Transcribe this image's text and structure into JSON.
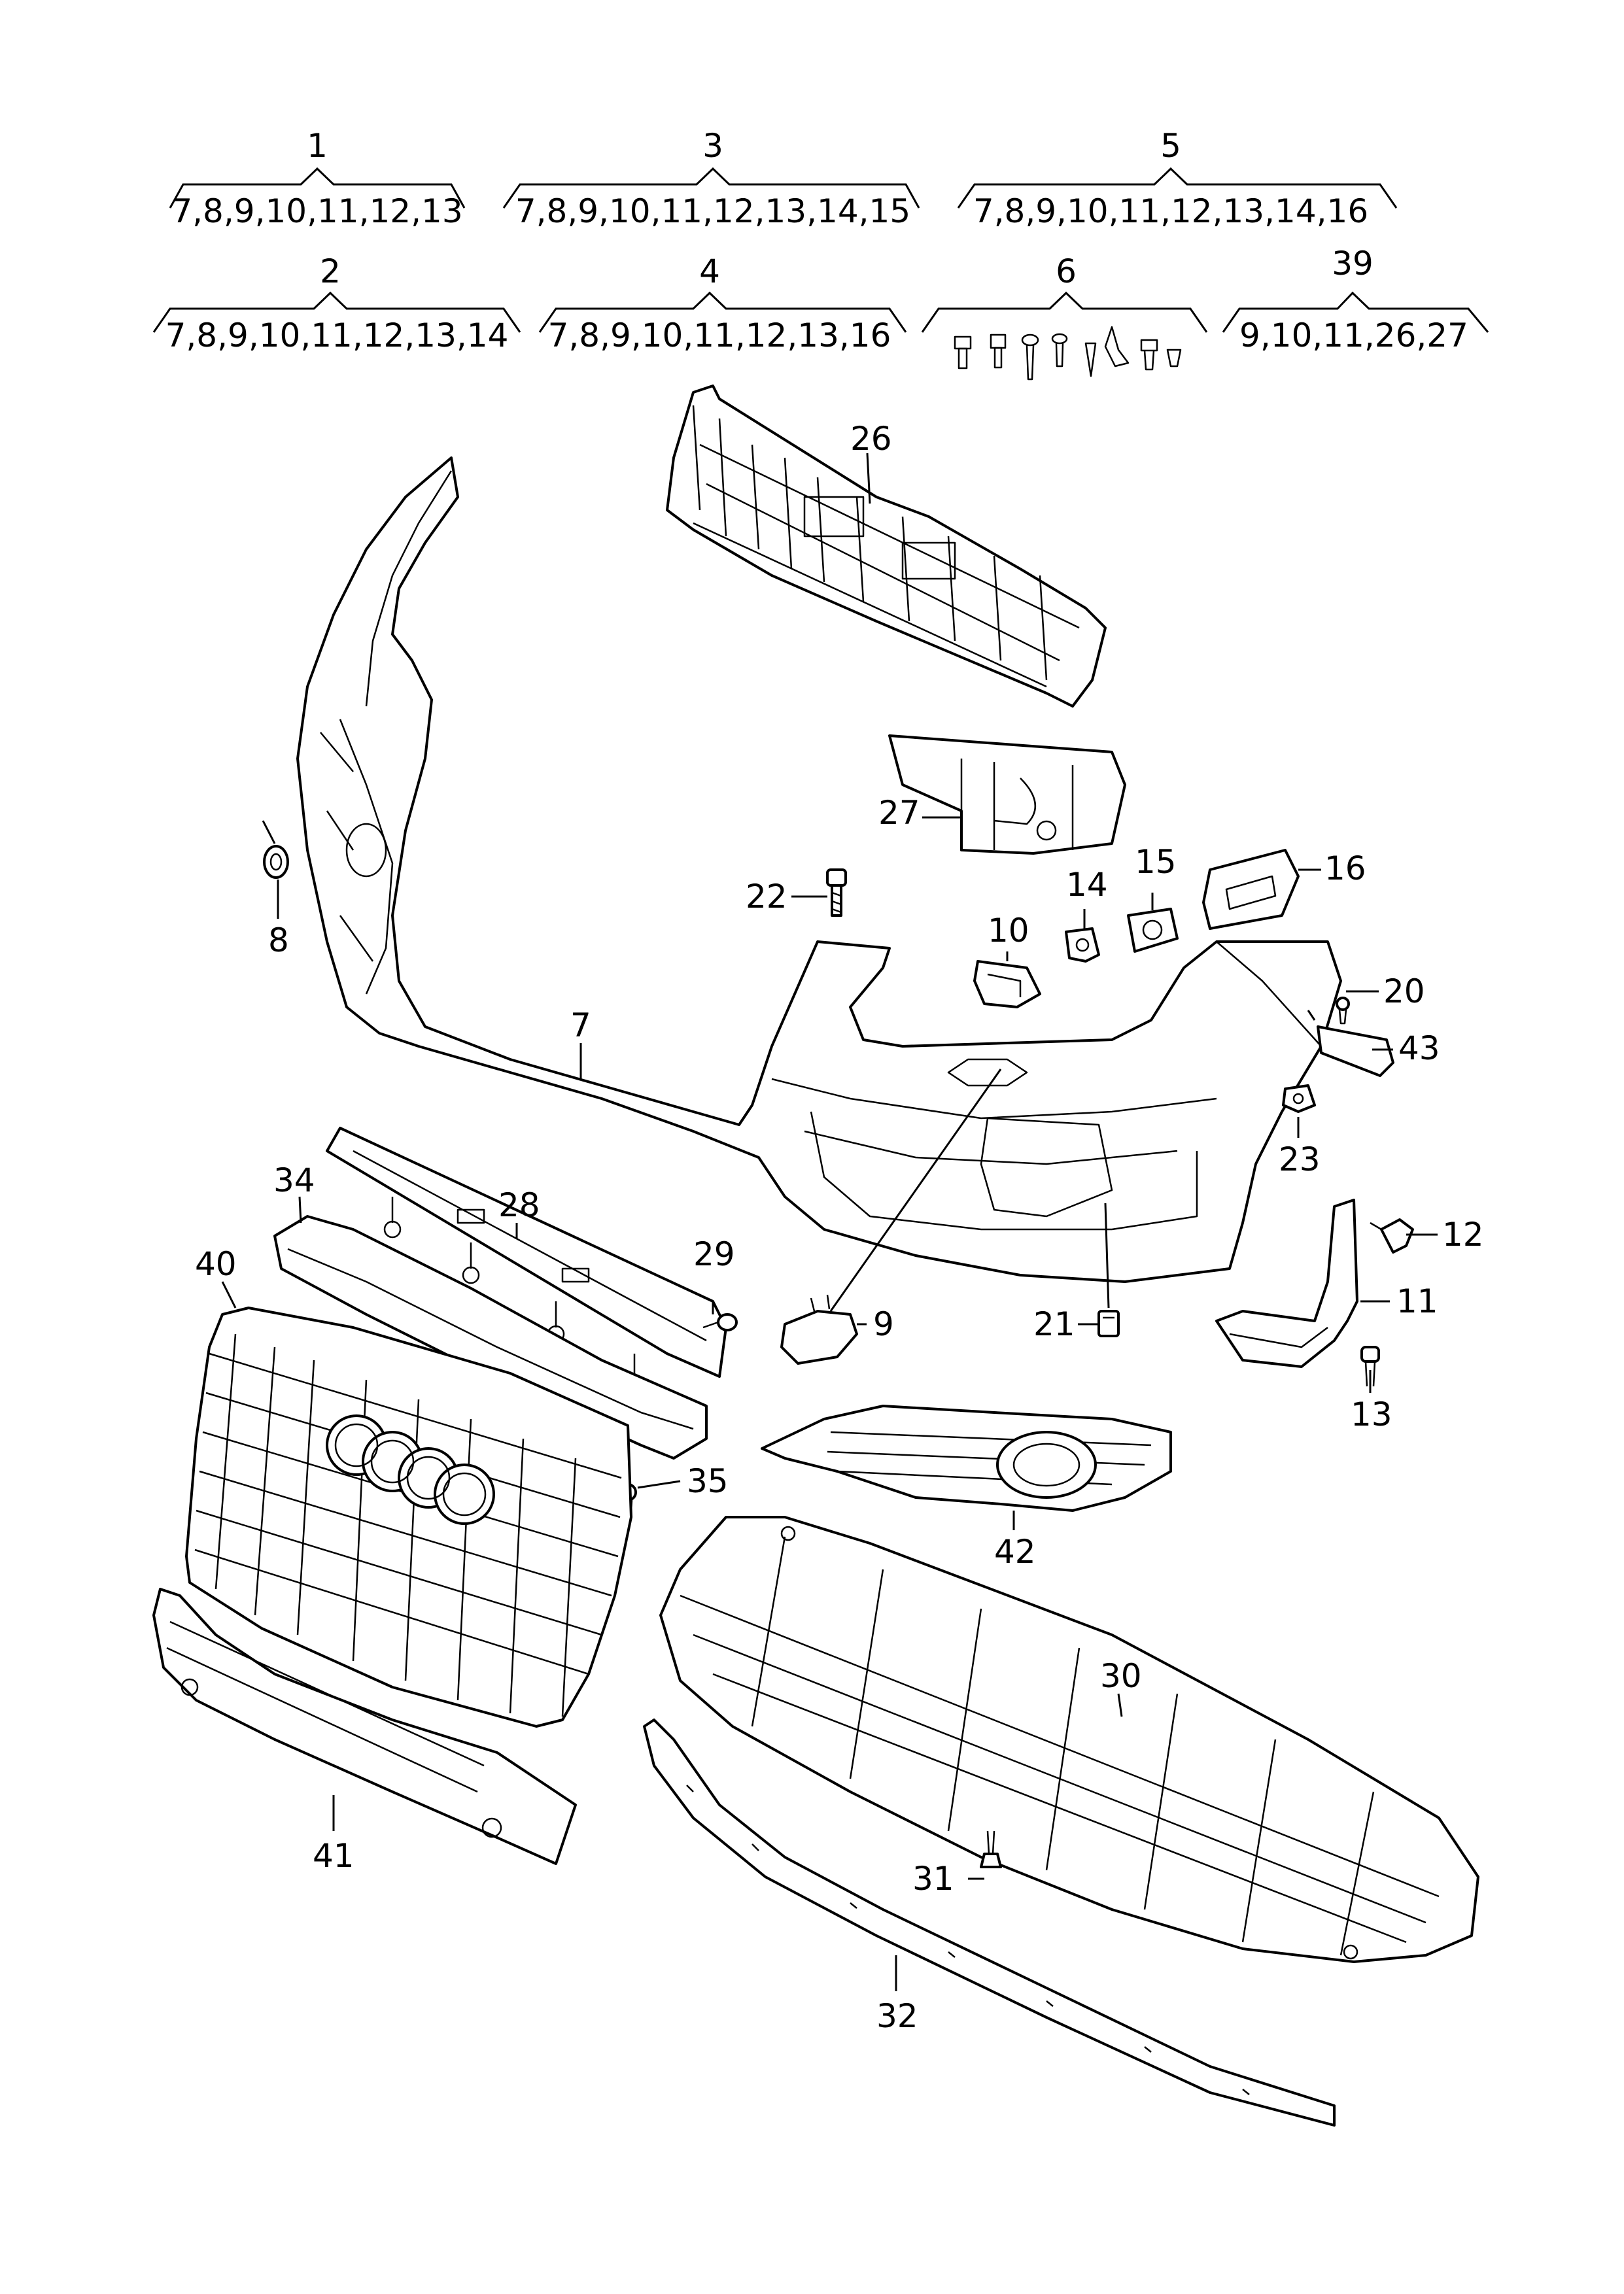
{
  "groups": [
    {
      "id": "1",
      "parts": "7,8,9,10,11,12,13"
    },
    {
      "id": "3",
      "parts": "7,8,9,10,11,12,13,14,15"
    },
    {
      "id": "5",
      "parts": "7,8,9,10,11,12,13,14,16"
    },
    {
      "id": "2",
      "parts": "7,8,9,10,11,12,13,14"
    },
    {
      "id": "4",
      "parts": "7,8,9,10,11,12,13,16"
    },
    {
      "id": "6",
      "parts": ""
    },
    {
      "id": "39",
      "parts": "9,10,11,26,27"
    }
  ],
  "callouts": {
    "c7": "7",
    "c8": "8",
    "c9": "9",
    "c10": "10",
    "c11": "11",
    "c12": "12",
    "c13": "13",
    "c14": "14",
    "c15": "15",
    "c16": "16",
    "c20": "20",
    "c21": "21",
    "c22": "22",
    "c23": "23",
    "c26": "26",
    "c27": "27",
    "c28": "28",
    "c29": "29",
    "c30": "30",
    "c31": "31",
    "c32": "32",
    "c34": "34",
    "c35": "35",
    "c40": "40",
    "c41": "41",
    "c42": "42",
    "c43": "43"
  }
}
